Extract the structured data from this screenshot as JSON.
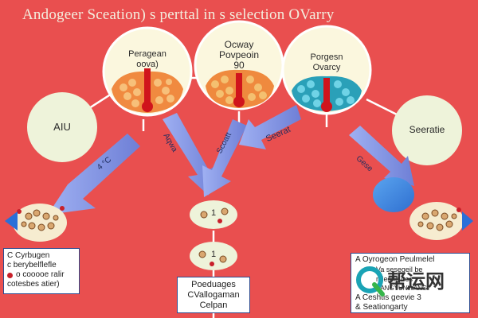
{
  "title": "Andogeer Sceation) s perttal in s selection OVarry",
  "nodes": {
    "ovary_left": {
      "line1": "Peragean",
      "line2": "oova)"
    },
    "ovary_center": {
      "line1": "Ocway",
      "line2": "Povpeoin",
      "line3": "90"
    },
    "ovary_right": {
      "line1": "Porgesn",
      "line2": "Ovarcy"
    },
    "left_circle": "AIU",
    "right_circle": "Seeratie"
  },
  "arrow_labels": {
    "left": "4 °C",
    "center_left": "Aqwa",
    "center_right": "Scoatt",
    "right_top": "Seerat",
    "right_mid": "Gese"
  },
  "center_cells": {
    "top": "1",
    "bottom": "1"
  },
  "center_box": {
    "line1": "Poeduages",
    "line2": "CVallogaman",
    "line3": "Celpan"
  },
  "left_legend": [
    {
      "text": "C  Cyrbugen",
      "color": "#ffffff"
    },
    {
      "text": "c  berybelflefle",
      "color": "#ffffff"
    },
    {
      "text": "o  cooooe ralir",
      "color": "#c8202a"
    },
    {
      "text": "cotesbes atier)",
      "color": ""
    }
  ],
  "right_legend": [
    {
      "text": "A  Oyrogeon Peulmelel",
      "color": ""
    },
    {
      "text": "Va sesegeil be",
      "color": ""
    },
    {
      "text": "mieshe bes",
      "color": ""
    },
    {
      "text": "BANGYUNWANG",
      "color": ""
    },
    {
      "text": "A  Ceshtis geevie 3",
      "color": ""
    },
    {
      "text": "&  Seationgarty",
      "color": ""
    }
  ],
  "watermark": {
    "text": "帮运网",
    "sub": "BANGYUNWANG"
  },
  "colors": {
    "background": "#e94f4f",
    "arrow": "#7f8fe0",
    "circle": "#eef3da",
    "box_border": "#2e4b8f"
  }
}
